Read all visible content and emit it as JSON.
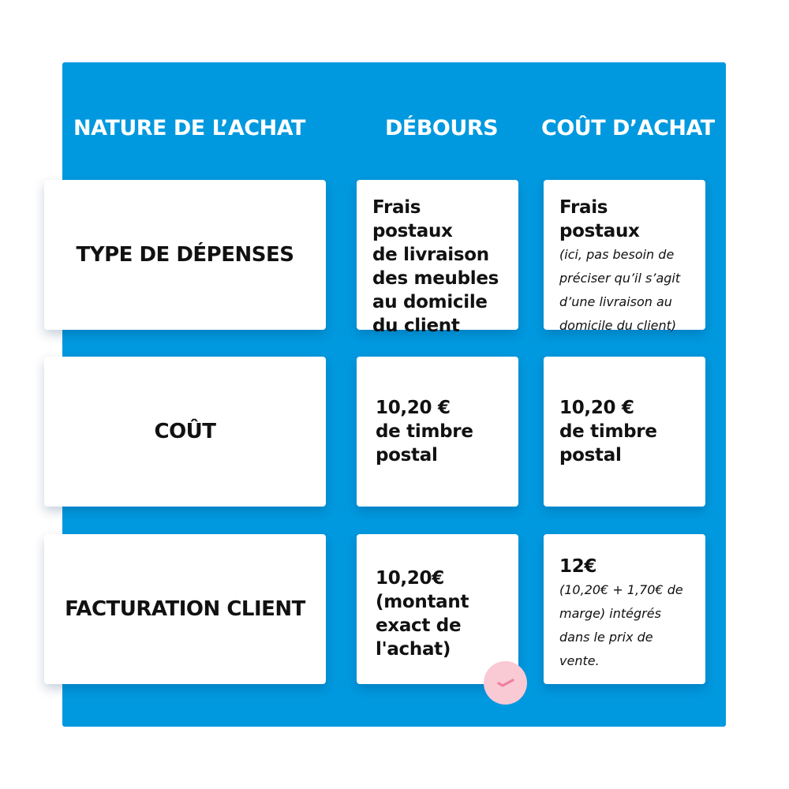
{
  "headers": {
    "nature": "NATURE DE L’ACHAT",
    "debours": "DÉBOURS",
    "cout_achat": "COÛT D’ACHAT"
  },
  "rows": [
    {
      "label": "TYPE DE DÉPENSES",
      "debours": {
        "main": [
          "Frais postaux",
          "de livraison",
          "des meubles",
          "au domicile",
          "du client"
        ]
      },
      "cout_achat": {
        "main": [
          "Frais postaux"
        ],
        "note": [
          "(ici, pas besoin de",
          "préciser qu’il s’agit",
          "d’une livraison au",
          "domicile du client)"
        ]
      }
    },
    {
      "label": "COÛT",
      "debours": {
        "main": [
          "10,20 €",
          "de timbre",
          "postal"
        ]
      },
      "cout_achat": {
        "main": [
          "10,20 €",
          "de timbre",
          "postal"
        ]
      }
    },
    {
      "label": "FACTURATION CLIENT",
      "debours": {
        "main": [
          "10,20€",
          "(montant",
          "exact de",
          "l'achat)"
        ]
      },
      "cout_achat": {
        "main": [
          "12€"
        ],
        "note": [
          "(10,20€ + 1,70€ de",
          "marge) intégrés",
          "dans le prix de",
          "vente."
        ]
      }
    }
  ],
  "colors": {
    "board": "#0099df",
    "card": "#ffffff",
    "check_badge": "#f9c9d4",
    "check_mark": "#f0809a"
  },
  "icons": {
    "badge": "checkmark-icon"
  }
}
